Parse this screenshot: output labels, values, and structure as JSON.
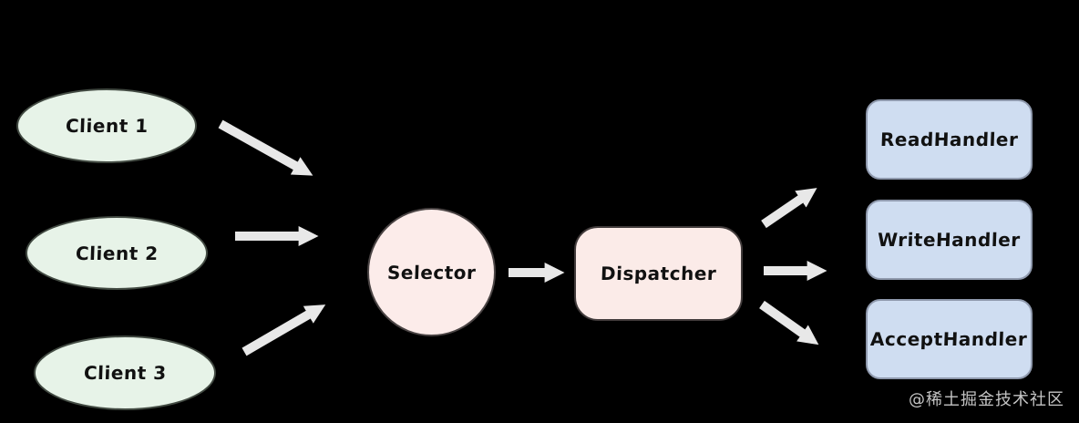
{
  "diagram": {
    "clients": [
      {
        "label": "Client 1"
      },
      {
        "label": "Client 2"
      },
      {
        "label": "Client 3"
      }
    ],
    "selector": {
      "label": "Selector"
    },
    "dispatcher": {
      "label": "Dispatcher"
    },
    "handlers": [
      {
        "label": "ReadHandler"
      },
      {
        "label": "WriteHandler"
      },
      {
        "label": "AcceptHandler"
      }
    ],
    "watermark": "@稀土掘金技术社区",
    "colors": {
      "background": "#000000",
      "client_fill": "#e7f3e8",
      "selector_fill": "#fcecea",
      "dispatcher_fill": "#fbebe8",
      "handler_fill": "#cfddf1",
      "handler_border": "#8f99ad",
      "arrow": "#e8e8e8",
      "label_text": "#111111",
      "watermark_text": "#c4c4c4"
    }
  }
}
